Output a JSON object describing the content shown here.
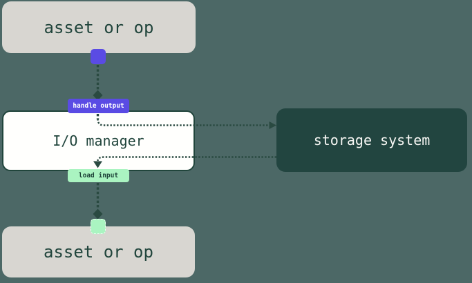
{
  "diagram": {
    "nodes": {
      "asset_top": {
        "label": "asset or op"
      },
      "io_manager": {
        "label": "I/O manager"
      },
      "storage": {
        "label": "storage system"
      },
      "asset_bottom": {
        "label": "asset or op"
      }
    },
    "edges": {
      "handle_output": {
        "label": "handle output"
      },
      "load_input": {
        "label": "load input"
      }
    }
  },
  "colors": {
    "bg": "#4c6866",
    "node-gray": "#d8d6d1",
    "node-white": "#fffffd",
    "node-dark": "#224540",
    "ink": "#21453c",
    "line": "#2a4a41",
    "accent-purple": "#5a4be4",
    "accent-mint": "#aaf4c1",
    "badge-text-light": "#ffffff",
    "badge-text-dark": "#1d4238"
  }
}
